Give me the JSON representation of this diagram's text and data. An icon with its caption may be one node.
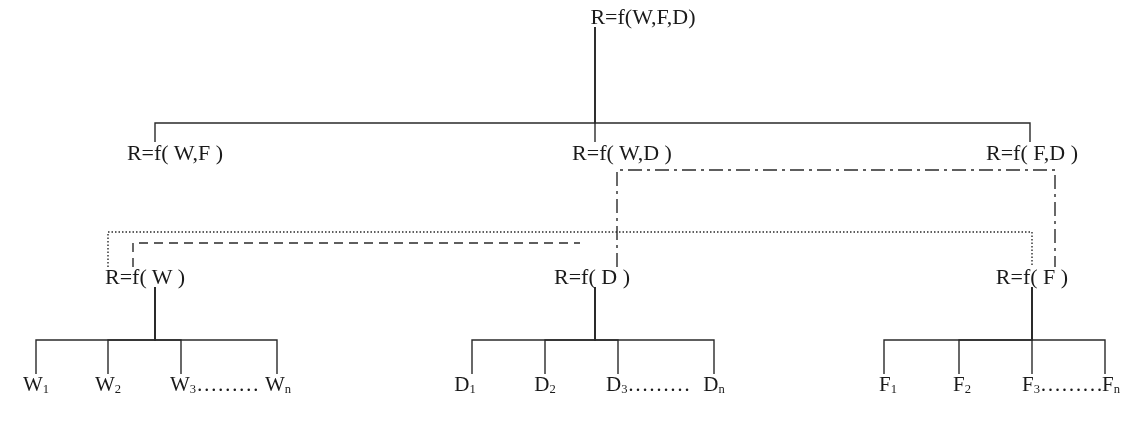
{
  "diagram": {
    "nodes": [
      {
        "text": [
          "R=f(W,F,D)"
        ]
      },
      {
        "text": [
          "R=f( W,F )"
        ]
      },
      {
        "text": [
          "R=f( W,D )"
        ]
      },
      {
        "text": [
          "R=f( F,D )"
        ]
      },
      {
        "text": [
          "R=f( W )"
        ]
      },
      {
        "text": [
          "R=f( D )"
        ]
      },
      {
        "text": [
          "R=f( F )"
        ]
      },
      {
        "text": [
          "W$_{1}$"
        ]
      },
      {
        "text": [
          "W$_{2}$"
        ]
      },
      {
        "text": [
          "W$_{3}$………"
        ]
      },
      {
        "text": [
          "W$_{n}$"
        ]
      },
      {
        "text": [
          "D$_{1}$"
        ]
      },
      {
        "text": [
          "D$_{2}$"
        ]
      },
      {
        "text": [
          "D$_{3}$………"
        ]
      },
      {
        "text": [
          "D$_{n}$"
        ]
      },
      {
        "text": [
          "F$_{1}$"
        ]
      },
      {
        "text": [
          "F$_{2}$"
        ]
      },
      {
        "text": [
          "F$_{3}$………"
        ]
      },
      {
        "text": [
          "F$_{n}$"
        ]
      }
    ],
    "edges": [
      {
        "from": 0,
        "to": 1,
        "arrow": "none"
      },
      {
        "from": 0,
        "to": 2,
        "arrow": "none"
      },
      {
        "from": 0,
        "to": 3,
        "arrow": "none"
      },
      {
        "from": 4,
        "to": 7,
        "arrow": "none"
      },
      {
        "from": 4,
        "to": 8,
        "arrow": "none"
      },
      {
        "from": 4,
        "to": 9,
        "arrow": "none"
      },
      {
        "from": 4,
        "to": 10,
        "arrow": "none"
      },
      {
        "from": 5,
        "to": 11,
        "arrow": "none"
      },
      {
        "from": 5,
        "to": 12,
        "arrow": "none"
      },
      {
        "from": 5,
        "to": 13,
        "arrow": "none"
      },
      {
        "from": 5,
        "to": 14,
        "arrow": "none"
      },
      {
        "from": 6,
        "to": 15,
        "arrow": "none"
      },
      {
        "from": 6,
        "to": 16,
        "arrow": "none"
      },
      {
        "from": 6,
        "to": 17,
        "arrow": "none"
      },
      {
        "from": 6,
        "to": 18,
        "arrow": "none"
      },
      {
        "from": 4,
        "to": 6,
        "arrow": "none",
        "style": "dashed"
      },
      {
        "from": 4,
        "to": null,
        "arrow": "none",
        "style": "dashed"
      },
      {
        "from": 5,
        "to": 6,
        "arrow": "none",
        "style": "dashed"
      }
    ]
  }
}
